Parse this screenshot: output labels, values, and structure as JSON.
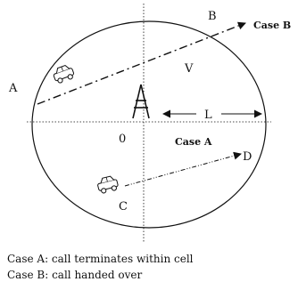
{
  "diagram": {
    "labels": {
      "A": "A",
      "B": "B",
      "C": "C",
      "D": "D",
      "V": "V",
      "L": "L",
      "origin": "0",
      "case_a": "Case A",
      "case_b": "Case B"
    }
  },
  "captions": {
    "line1": "Case A: call terminates within cell",
    "line2": "Case B: call handed over"
  },
  "colors": {
    "ink": "#111111",
    "background": "#ffffff"
  }
}
